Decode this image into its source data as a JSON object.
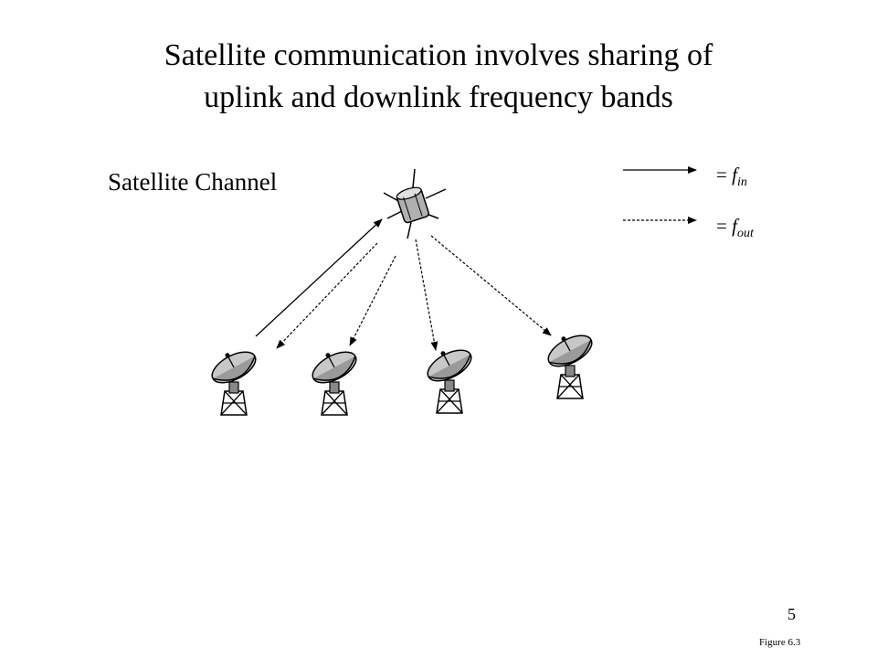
{
  "title": {
    "line1": "Satellite communication involves sharing of",
    "line2": "uplink and downlink frequency bands"
  },
  "channel_label": "Satellite Channel",
  "legend": {
    "uplink": {
      "prefix": "= ",
      "symbol": "f",
      "subscript": "in",
      "style": "solid"
    },
    "downlink": {
      "prefix": "= ",
      "symbol": "f",
      "subscript": "out",
      "style": "dashed"
    }
  },
  "satellite_icon": "satellite-icon",
  "station_icon": "satellite-dish-icon",
  "footer": {
    "page_number": "5",
    "figure_label": "Figure 6.3"
  },
  "colors": {
    "ink": "#000000",
    "dish_fill": "#c8c8c8",
    "dish_dark": "#7a7a7a"
  }
}
